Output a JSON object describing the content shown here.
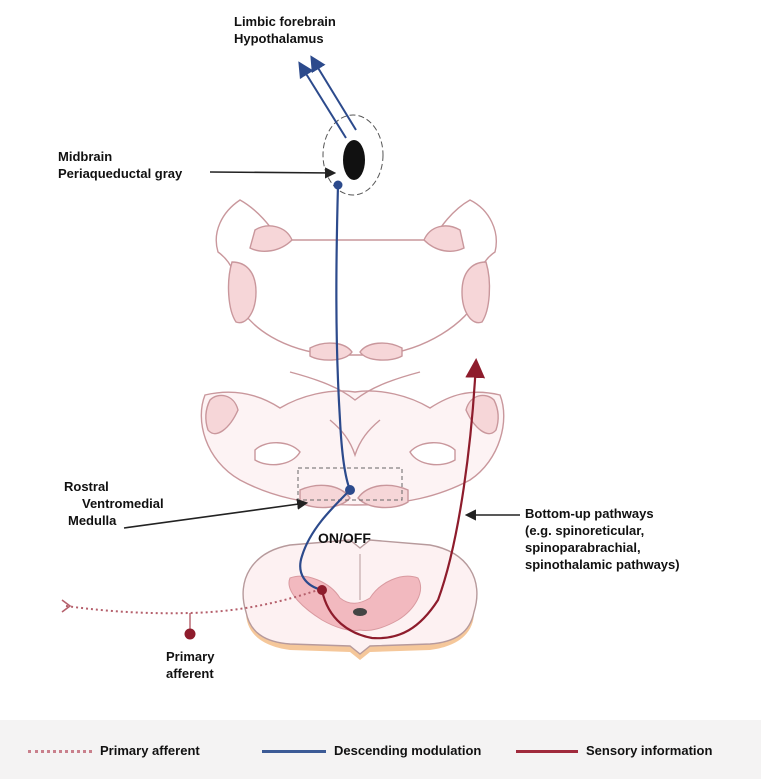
{
  "labels": {
    "limbic": "Limbic forebrain",
    "hypothalamus": "Hypothalamus",
    "midbrain": "Midbrain",
    "pag": "Periaqueductal gray",
    "rostral": "Rostral",
    "ventromedial": "Ventromedial",
    "medulla": "Medulla",
    "onoff": "ON/OFF",
    "bottom_up_1": "Bottom-up pathways",
    "bottom_up_2": "(e.g. spinoreticular,",
    "bottom_up_3": "spinoparabrachial,",
    "bottom_up_4": "spinothalamic pathways)",
    "primary_1": "Primary",
    "primary_2": "afferent"
  },
  "legend": [
    {
      "label": "Primary afferent",
      "color": "#c9808c",
      "style": "dotted"
    },
    {
      "label": "Descending modulation",
      "color": "#3c5b96",
      "style": "solid"
    },
    {
      "label": "Sensory information",
      "color": "#a02a3c",
      "style": "solid"
    }
  ],
  "colors": {
    "descending": "#2c4a8c",
    "sensory": "#8e1c2c",
    "afferent": "#b5606c",
    "tissue_fill": "#f6d6d8",
    "tissue_stroke": "#d4a2a6"
  }
}
